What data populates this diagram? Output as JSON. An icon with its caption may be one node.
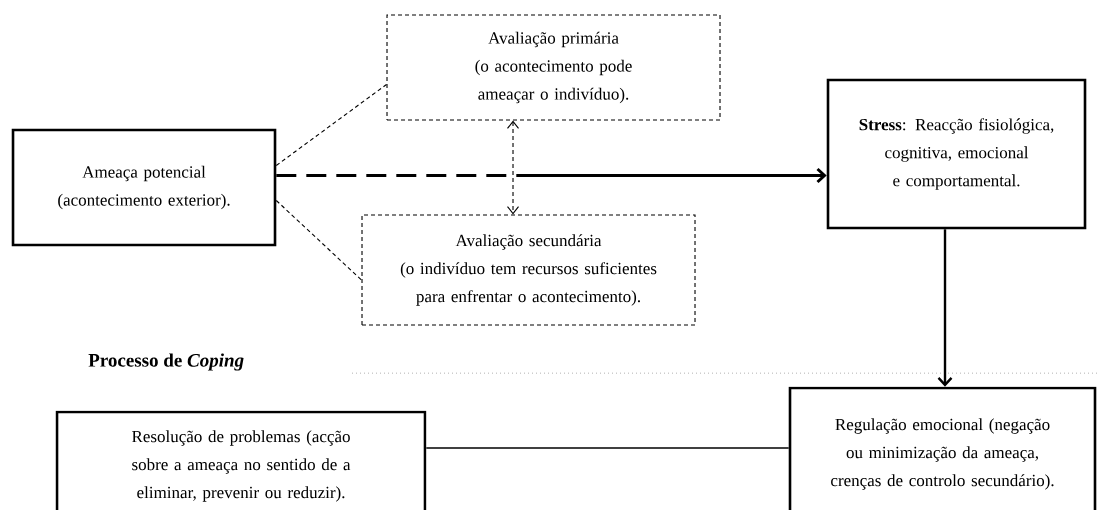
{
  "diagram": {
    "nodes": [
      {
        "text": [
          "Ameaça potencial (acontecimento exterior)."
        ]
      },
      {
        "text": [
          "Avaliação primária",
          "(o acontecimento pode ameaçar o indivíduo)."
        ]
      },
      {
        "text": [
          "Avaliação secundária",
          "(o indivíduo tem recursos suficientes para enfrentar o acontecimento)."
        ]
      },
      {
        "text": [
          "**Stress**: Reacção fisiológica, cognitiva, emocional e comportamental."
        ]
      },
      {
        "text": [
          "Regulação emocional (negação ou minimização da ameaça, crenças de controlo secundário)."
        ]
      },
      {
        "text": [
          "Resolução de problemas (acção sobre a ameaça no sentido de a eliminar, prevenir ou reduzir)."
        ]
      }
    ],
    "edges": [
      {
        "from": 0,
        "to": 3,
        "arrow": "to",
        "style": "dashed"
      },
      {
        "from": 0,
        "to": 1,
        "arrow": "none",
        "style": "dashed"
      },
      {
        "from": 0,
        "to": 2,
        "arrow": "none",
        "style": "dashed"
      },
      {
        "from": 1,
        "to": 2,
        "arrow": "both",
        "style": "dashed"
      },
      {
        "from": 3,
        "to": 4,
        "arrow": "to"
      },
      {
        "from": 5,
        "to": 4,
        "arrow": "none"
      }
    ],
    "labels": [
      "Processo de *Coping*"
    ]
  }
}
